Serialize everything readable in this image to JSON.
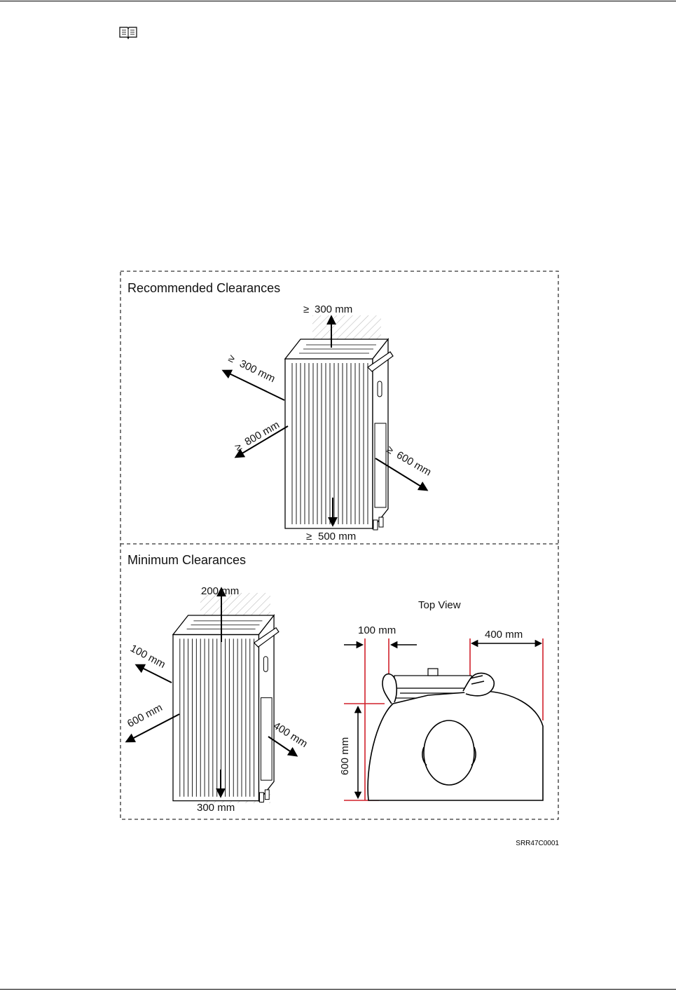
{
  "note_icon": "open-book-icon",
  "figure": {
    "id": "SRR47C0001",
    "recommended": {
      "title": "Recommended Clearances",
      "top": "300 mm",
      "back_left": "300 mm",
      "front_left": "800 mm",
      "front_right": "600 mm",
      "bottom": "500 mm",
      "min_symbol": "≥"
    },
    "minimum": {
      "title": "Minimum Clearances",
      "top": "200 mm",
      "back_left": "100 mm",
      "front_left": "600 mm",
      "front_right": "400 mm",
      "bottom": "300 mm"
    },
    "top_view": {
      "title": "Top View",
      "left_gap": "100 mm",
      "right_gap": "400 mm",
      "depth": "600 mm"
    },
    "colors": {
      "dimension_line": "#d0202a",
      "hatch": "#bbbbbb",
      "border": "#333333"
    }
  }
}
